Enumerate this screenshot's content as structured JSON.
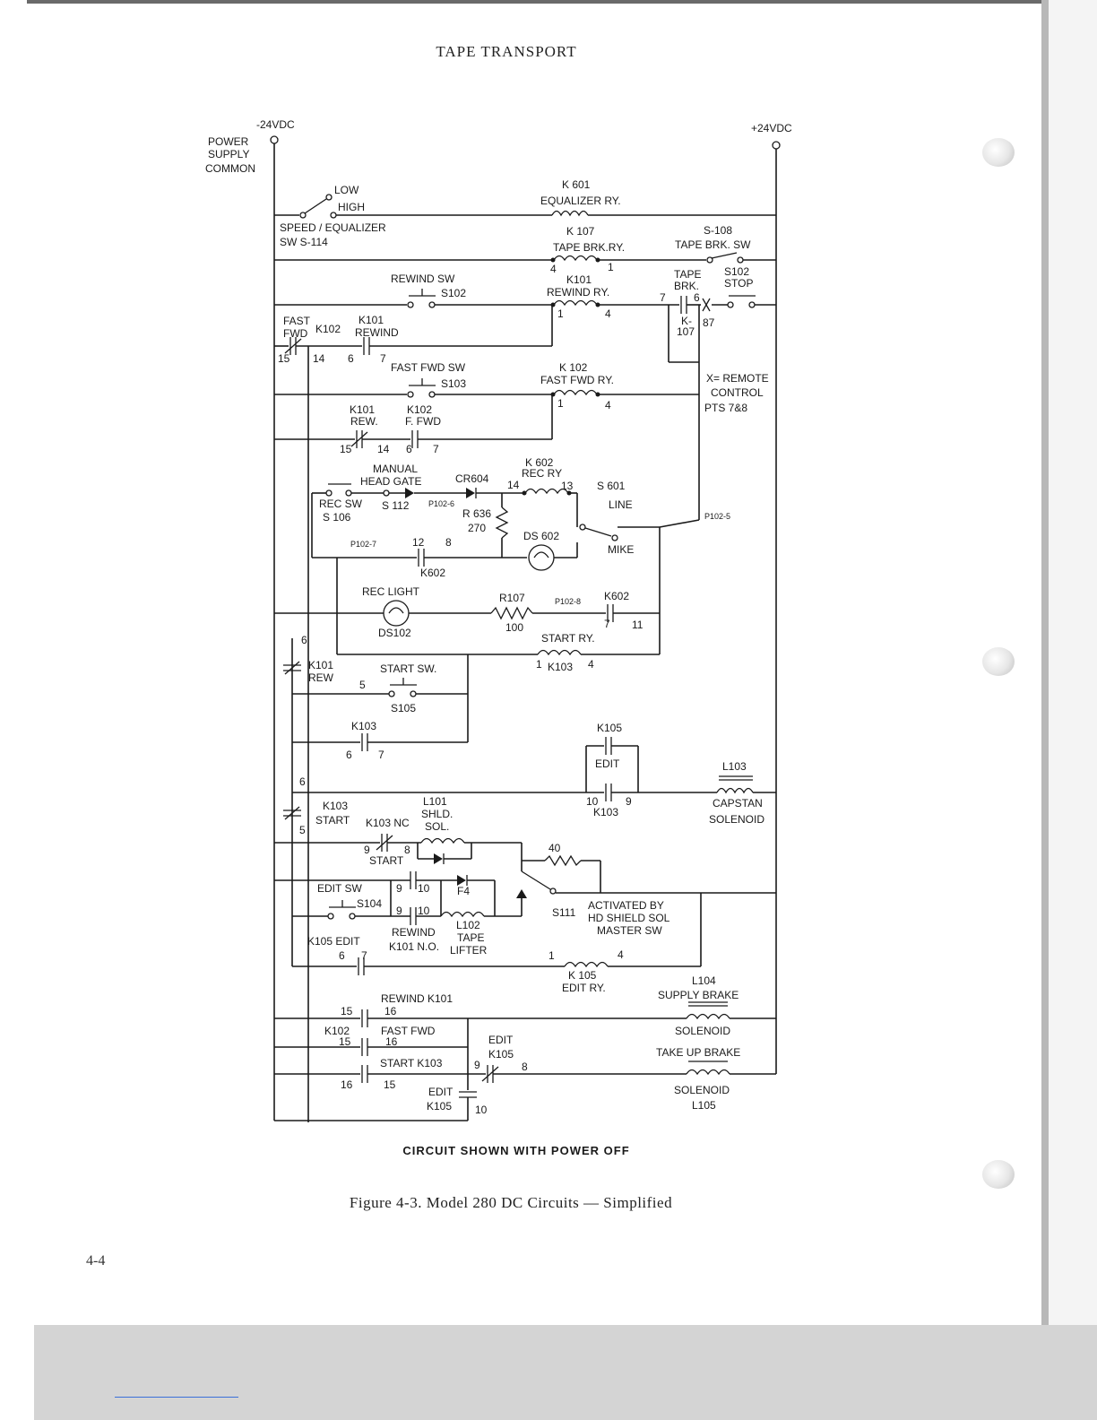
{
  "page": {
    "header": "TAPE TRANSPORT",
    "caption": "Figure 4-3.  Model 280 DC Circuits — Simplified",
    "page_number": "4-4"
  },
  "diagram": {
    "note": "CIRCUIT SHOWN WITH POWER OFF",
    "labels": [
      {
        "id": "neg24",
        "text": "-24VDC"
      },
      {
        "id": "pos24",
        "text": "+24VDC"
      },
      {
        "id": "psc1",
        "text": "POWER"
      },
      {
        "id": "psc2",
        "text": "SUPPLY"
      },
      {
        "id": "psc3",
        "text": "COMMON"
      },
      {
        "id": "low",
        "text": "LOW"
      },
      {
        "id": "high",
        "text": "HIGH"
      },
      {
        "id": "speq1",
        "text": "SPEED / EQUALIZER"
      },
      {
        "id": "speq2",
        "text": "SW  S-114"
      },
      {
        "id": "k601a",
        "text": "K 601"
      },
      {
        "id": "k601b",
        "text": "EQUALIZER  RY."
      },
      {
        "id": "k107a",
        "text": "K 107"
      },
      {
        "id": "k107b",
        "text": "TAPE BRK.RY."
      },
      {
        "id": "k107p4",
        "text": "4"
      },
      {
        "id": "k107p1",
        "text": "1"
      },
      {
        "id": "s108a",
        "text": "S-108"
      },
      {
        "id": "s108b",
        "text": "TAPE  BRK. SW"
      },
      {
        "id": "rwsw1",
        "text": "REWIND SW"
      },
      {
        "id": "rwsw2",
        "text": "S102"
      },
      {
        "id": "k101a",
        "text": "K101"
      },
      {
        "id": "k101b",
        "text": "REWIND RY."
      },
      {
        "id": "k101p1",
        "text": "1"
      },
      {
        "id": "k101p4",
        "text": "4"
      },
      {
        "id": "tbrk1",
        "text": "TAPE"
      },
      {
        "id": "tbrk2",
        "text": "BRK."
      },
      {
        "id": "tbp7",
        "text": "7"
      },
      {
        "id": "tbp6",
        "text": "6"
      },
      {
        "id": "tbk1",
        "text": "K-"
      },
      {
        "id": "tbk2",
        "text": "107"
      },
      {
        "id": "tbp87",
        "text": "87"
      },
      {
        "id": "s102a",
        "text": "S102"
      },
      {
        "id": "s102b",
        "text": "STOP"
      },
      {
        "id": "ff1",
        "text": "FAST"
      },
      {
        "id": "ff2",
        "text": "FWD"
      },
      {
        "id": "ffk102",
        "text": "K102"
      },
      {
        "id": "ffk101",
        "text": "K101"
      },
      {
        "id": "ffrew",
        "text": "REWIND"
      },
      {
        "id": "p15a",
        "text": "15"
      },
      {
        "id": "p14a",
        "text": "14"
      },
      {
        "id": "p6a",
        "text": "6"
      },
      {
        "id": "p7a",
        "text": "7"
      },
      {
        "id": "ffsw1",
        "text": "FAST FWD SW"
      },
      {
        "id": "ffsw2",
        "text": "S103"
      },
      {
        "id": "k102a",
        "text": "K 102"
      },
      {
        "id": "k102b",
        "text": "FAST FWD RY."
      },
      {
        "id": "k102p1",
        "text": "1"
      },
      {
        "id": "k102p4",
        "text": "4"
      },
      {
        "id": "remote1",
        "text": "X= REMOTE"
      },
      {
        "id": "remote2",
        "text": "CONTROL"
      },
      {
        "id": "remote3",
        "text": "PTS  7&8"
      },
      {
        "id": "k101rew1",
        "text": "K101"
      },
      {
        "id": "k101rew2",
        "text": "REW."
      },
      {
        "id": "k102ff1",
        "text": "K102"
      },
      {
        "id": "k102ff2",
        "text": "F. FWD"
      },
      {
        "id": "p15b",
        "text": "15"
      },
      {
        "id": "p14b",
        "text": "14"
      },
      {
        "id": "p6b",
        "text": "6"
      },
      {
        "id": "p7b",
        "text": "7"
      },
      {
        "id": "mhg1",
        "text": "MANUAL"
      },
      {
        "id": "mhg2",
        "text": "HEAD GATE"
      },
      {
        "id": "cr604",
        "text": "CR604"
      },
      {
        "id": "k602a",
        "text": "K 602"
      },
      {
        "id": "k602b",
        "text": "REC RY"
      },
      {
        "id": "k602p14",
        "text": "14"
      },
      {
        "id": "k602p13",
        "text": "13"
      },
      {
        "id": "s601",
        "text": "S 601"
      },
      {
        "id": "line",
        "text": "LINE"
      },
      {
        "id": "mike",
        "text": "MIKE"
      },
      {
        "id": "recsw1",
        "text": "REC SW"
      },
      {
        "id": "recsw2",
        "text": "S 106"
      },
      {
        "id": "s112",
        "text": "S 112"
      },
      {
        "id": "p1026",
        "text": "P102-6"
      },
      {
        "id": "r636a",
        "text": "R 636"
      },
      {
        "id": "r636b",
        "text": "270"
      },
      {
        "id": "p1025",
        "text": "P102-5"
      },
      {
        "id": "ds602",
        "text": "DS 602"
      },
      {
        "id": "p1027",
        "text": "P102-7"
      },
      {
        "id": "p12",
        "text": "12"
      },
      {
        "id": "p8",
        "text": "8"
      },
      {
        "id": "k602c",
        "text": "K602"
      },
      {
        "id": "reclight",
        "text": "REC LIGHT"
      },
      {
        "id": "ds102",
        "text": "DS102"
      },
      {
        "id": "r107a",
        "text": "R107"
      },
      {
        "id": "r107b",
        "text": "100"
      },
      {
        "id": "p1028",
        "text": "P102-8"
      },
      {
        "id": "k602d",
        "text": "K602"
      },
      {
        "id": "p7c",
        "text": "7"
      },
      {
        "id": "p11",
        "text": "11"
      },
      {
        "id": "startry",
        "text": "START RY."
      },
      {
        "id": "k103p1",
        "text": "1"
      },
      {
        "id": "k103ry",
        "text": "K103"
      },
      {
        "id": "k103p4",
        "text": "4"
      },
      {
        "id": "p6c",
        "text": "6"
      },
      {
        "id": "k101rw1",
        "text": "K101"
      },
      {
        "id": "k101rw2",
        "text": "REW"
      },
      {
        "id": "startsw",
        "text": "START SW."
      },
      {
        "id": "p5a",
        "text": "5"
      },
      {
        "id": "s105",
        "text": "S105"
      },
      {
        "id": "k103h",
        "text": "K103"
      },
      {
        "id": "p6d",
        "text": "6"
      },
      {
        "id": "p7d",
        "text": "7"
      },
      {
        "id": "k105a",
        "text": "K105"
      },
      {
        "id": "edit1",
        "text": "EDIT"
      },
      {
        "id": "l103a",
        "text": "L103"
      },
      {
        "id": "l103b",
        "text": "CAPSTAN"
      },
      {
        "id": "l103c",
        "text": "SOLENOID"
      },
      {
        "id": "p6e",
        "text": "6"
      },
      {
        "id": "p10a",
        "text": "10"
      },
      {
        "id": "p9a",
        "text": "9"
      },
      {
        "id": "k103c",
        "text": "K103"
      },
      {
        "id": "k103st1",
        "text": "K103"
      },
      {
        "id": "k103st2",
        "text": "START"
      },
      {
        "id": "p5b",
        "text": "5"
      },
      {
        "id": "l101a",
        "text": "L101"
      },
      {
        "id": "l101b",
        "text": "SHLD."
      },
      {
        "id": "l101c",
        "text": "SOL."
      },
      {
        "id": "k103nc",
        "text": "K103 NC"
      },
      {
        "id": "p9b",
        "text": "9"
      },
      {
        "id": "p8b",
        "text": "8"
      },
      {
        "id": "start2",
        "text": "START"
      },
      {
        "id": "r40",
        "text": "40"
      },
      {
        "id": "editsw1",
        "text": "EDIT SW"
      },
      {
        "id": "editsw2",
        "text": "S104"
      },
      {
        "id": "p9c",
        "text": "9"
      },
      {
        "id": "p10b",
        "text": "10"
      },
      {
        "id": "p9d",
        "text": "9"
      },
      {
        "id": "p10c",
        "text": "10"
      },
      {
        "id": "f4",
        "text": "F4"
      },
      {
        "id": "s111",
        "text": "S111"
      },
      {
        "id": "act1",
        "text": "ACTIVATED BY"
      },
      {
        "id": "act2",
        "text": "HD SHIELD SOL"
      },
      {
        "id": "act3",
        "text": "MASTER SW"
      },
      {
        "id": "l102a",
        "text": "L102"
      },
      {
        "id": "l102b",
        "text": "TAPE"
      },
      {
        "id": "l102c",
        "text": "LIFTER"
      },
      {
        "id": "rwno1",
        "text": "REWIND"
      },
      {
        "id": "rwno2",
        "text": "K101 N.O."
      },
      {
        "id": "k105edit",
        "text": "K105 EDIT"
      },
      {
        "id": "p6f",
        "text": "6"
      },
      {
        "id": "p7f",
        "text": "7"
      },
      {
        "id": "k105p1",
        "text": "1"
      },
      {
        "id": "k105p4",
        "text": "4"
      },
      {
        "id": "k105ry1",
        "text": "K 105"
      },
      {
        "id": "k105ry2",
        "text": "EDIT RY."
      },
      {
        "id": "l104a",
        "text": "L104"
      },
      {
        "id": "l104b",
        "text": "SUPPLY BRAKE"
      },
      {
        "id": "l104c",
        "text": "SOLENOID"
      },
      {
        "id": "rwk101",
        "text": "REWIND K101"
      },
      {
        "id": "p15c",
        "text": "15"
      },
      {
        "id": "p16c",
        "text": "16"
      },
      {
        "id": "k102bt",
        "text": "K102"
      },
      {
        "id": "ffb",
        "text": "FAST FWD"
      },
      {
        "id": "p15d",
        "text": "15"
      },
      {
        "id": "p16d",
        "text": "16"
      },
      {
        "id": "startk103",
        "text": "START K103"
      },
      {
        "id": "p16e",
        "text": "16"
      },
      {
        "id": "p15e",
        "text": "15"
      },
      {
        "id": "editk105a",
        "text": "EDIT"
      },
      {
        "id": "editk105b",
        "text": "K105"
      },
      {
        "id": "p9e",
        "text": "9"
      },
      {
        "id": "p8e",
        "text": "8"
      },
      {
        "id": "tub1",
        "text": "TAKE UP BRAKE"
      },
      {
        "id": "tub2",
        "text": "SOLENOID"
      },
      {
        "id": "tub3",
        "text": "L105"
      },
      {
        "id": "editk105c",
        "text": "EDIT"
      },
      {
        "id": "editk105d",
        "text": "K105"
      },
      {
        "id": "p10e",
        "text": "10"
      }
    ]
  }
}
